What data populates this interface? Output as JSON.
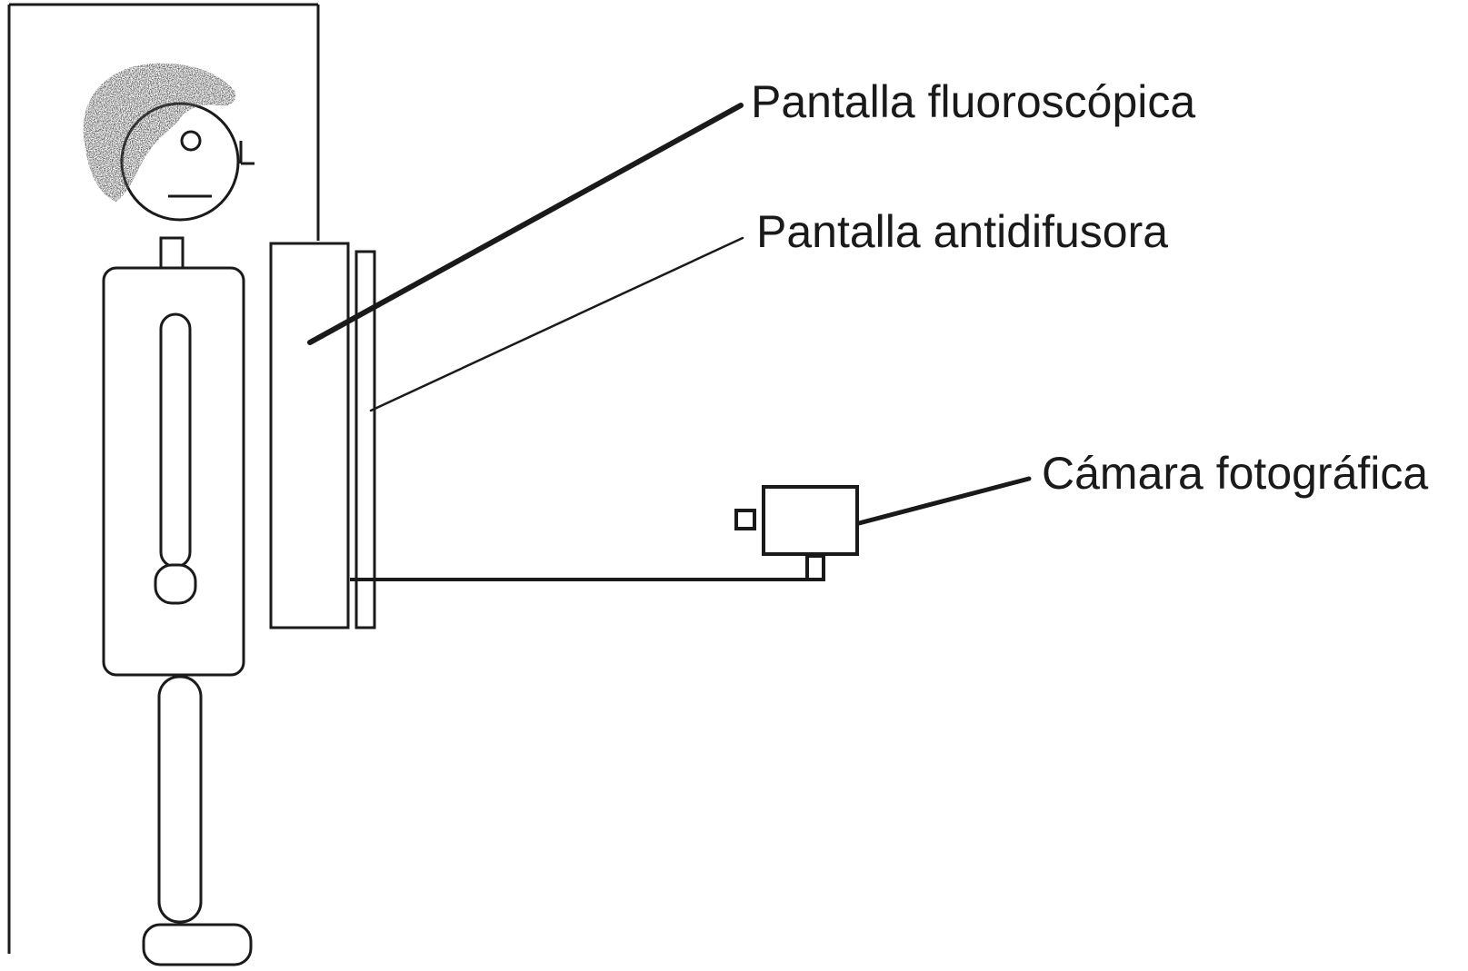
{
  "labels": {
    "fluoroscopic_screen": "Pantalla fluoroscópica",
    "antiscatter_screen": "Pantalla antidifusora",
    "camera": "Cámara fotográfica"
  },
  "colors": {
    "ink": "#1a1a1a",
    "hair": "#1a1a1a",
    "background": "#ffffff"
  },
  "icons": {
    "figure": "standing-person-figure",
    "camera": "camera-icon"
  }
}
